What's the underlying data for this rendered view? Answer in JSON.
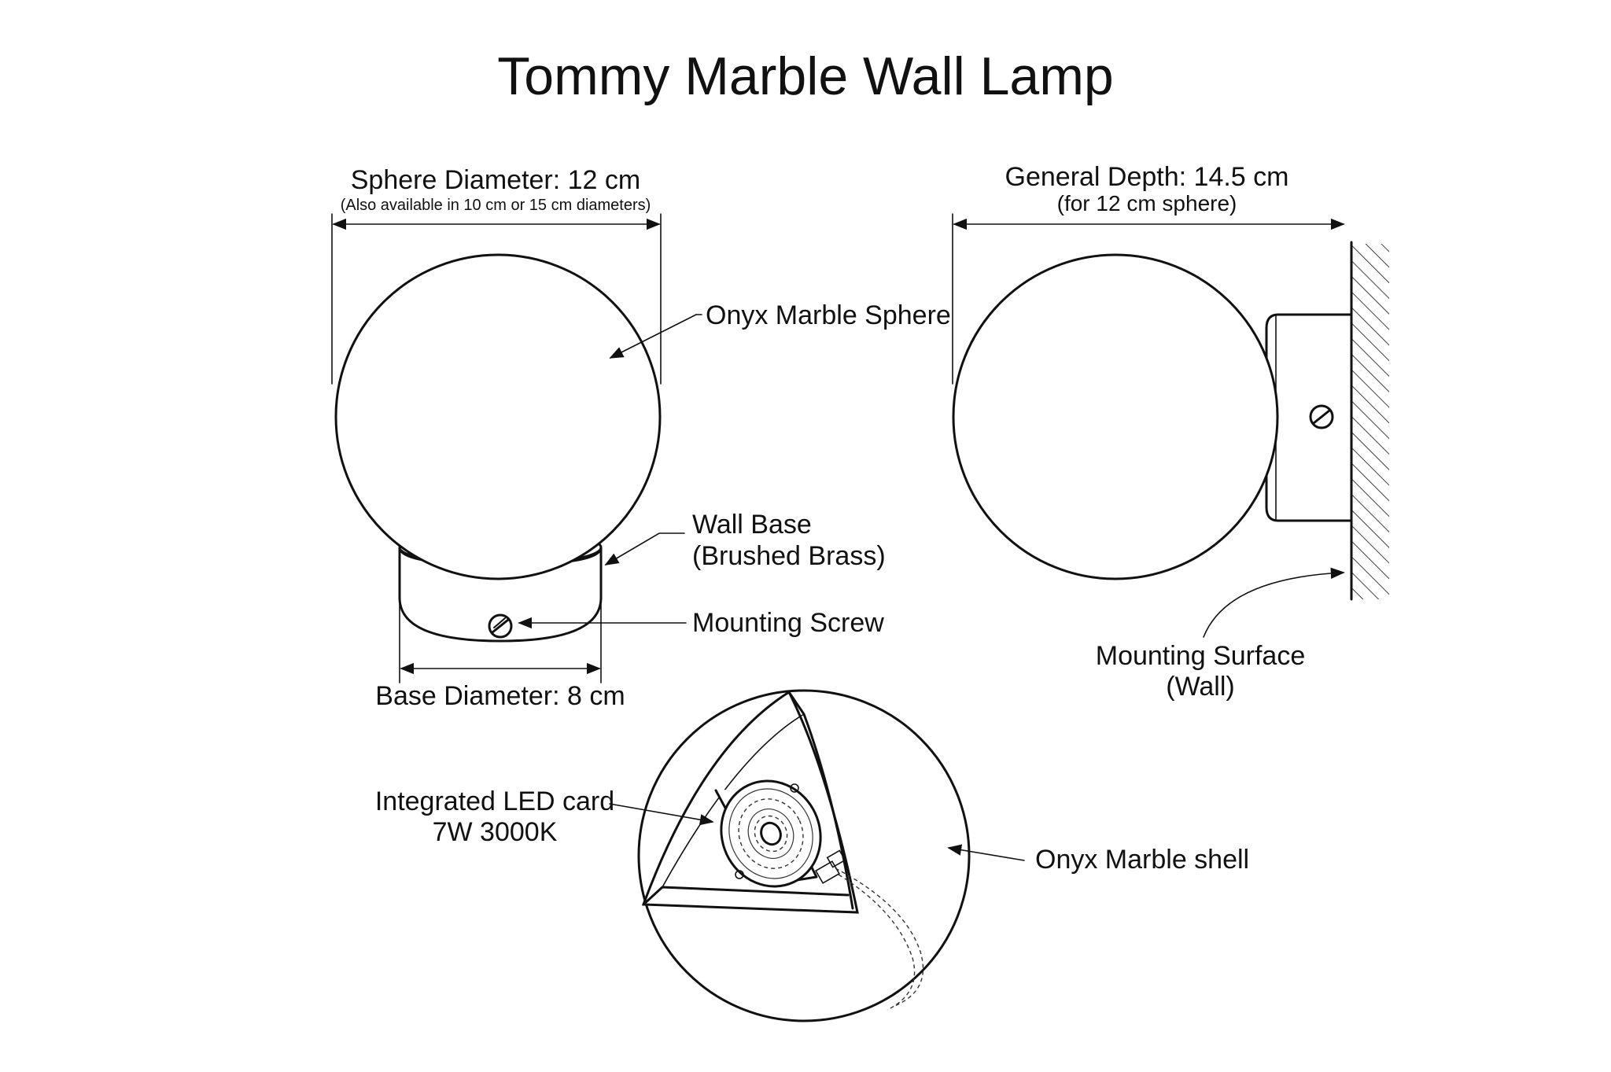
{
  "title": "Tommy Marble Wall Lamp",
  "front_view": {
    "sphere_diameter": "Sphere Diameter: 12 cm",
    "sphere_note": "(Also available in 10 cm or 15 cm diameters)",
    "sphere_label": "Onyx Marble Sphere",
    "base_label_line1": "Wall Base",
    "base_label_line2": "(Brushed Brass)",
    "screw_label": "Mounting Screw",
    "base_diameter": "Base Diameter: 8 cm"
  },
  "side_view": {
    "depth_label": "General Depth: 14.5 cm",
    "depth_note": "(for 12 cm sphere)",
    "surface_label_line1": "Mounting Surface",
    "surface_label_line2": "(Wall)"
  },
  "cutaway_view": {
    "led_label_line1": "Integrated LED card",
    "led_label_line2": "7W 3000K",
    "shell_label": "Onyx Marble shell"
  }
}
